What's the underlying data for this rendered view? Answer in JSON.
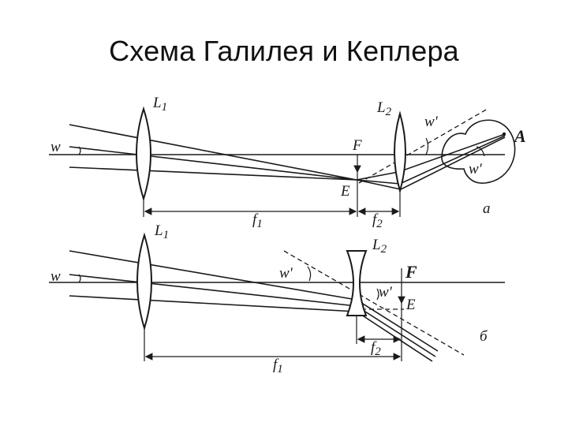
{
  "title": "Схема Галилея и Кеплера",
  "diagram_a": {
    "panel_label": "а",
    "lens1": "L",
    "lens1_sub": "1",
    "lens2": "L",
    "lens2_sub": "2",
    "focus": "F",
    "image_point": "E",
    "eye": "A",
    "angle_in": "w",
    "angle_out": "w'",
    "angle_eye": "w'",
    "focal1": "f",
    "focal1_sub": "1",
    "focal2": "f",
    "focal2_sub": "2"
  },
  "diagram_b": {
    "panel_label": "б",
    "lens1": "L",
    "lens1_sub": "1",
    "lens2": "L",
    "lens2_sub": "2",
    "focus": "F",
    "image_point": "E",
    "angle_in": "w",
    "angle_out": "w'",
    "angle_near": "w'",
    "focal1": "f",
    "focal1_sub": "1",
    "focal2": "f",
    "focal2_sub": "2"
  }
}
